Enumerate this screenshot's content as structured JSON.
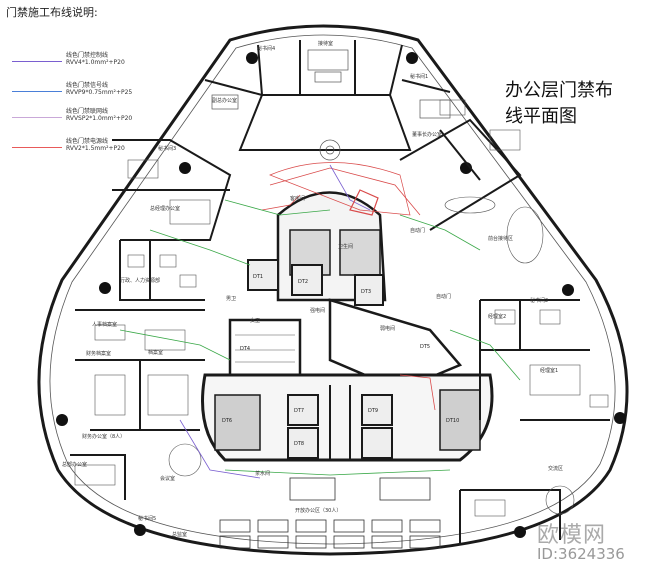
{
  "legend": {
    "title": "门禁施工布线说明:",
    "items": [
      {
        "line1": "线色门禁控制线",
        "line2": "RVV4*1.0mm²+P20",
        "color": "#7a5fd0"
      },
      {
        "line1": "线色门禁信号线",
        "line2": "RVVP9*0.75mm²+P25",
        "color": "#4a7fd8"
      },
      {
        "line1": "线色门禁联网线",
        "line2": "RVVSP2*1.0mm²+P20",
        "color": "#c9a8d8"
      },
      {
        "line1": "线色门禁电源线",
        "line2": "RVV2*1.5mm²+P20",
        "color": "#e85a5a"
      }
    ]
  },
  "heading": {
    "line1": "办公层门禁布",
    "line2": "线平面图"
  },
  "colors": {
    "wall": "#1a1a1a",
    "thin": "#555555",
    "wire_green": "#3aa848",
    "wire_red": "#d94a4a",
    "wire_purple": "#7a5fd0",
    "core_hatch": "#cccccc"
  },
  "rooms": [
    {
      "key": "room_ms4",
      "text": "秘书间4"
    },
    {
      "key": "room_jiedai",
      "text": "接待室"
    },
    {
      "key": "room_fuzong",
      "text": "副总办公室"
    },
    {
      "key": "room_dsz",
      "text": "董事长办公室"
    },
    {
      "key": "room_ms1",
      "text": "秘书间1"
    },
    {
      "key": "room_ms3",
      "text": "秘书间3"
    },
    {
      "key": "room_zongjingli",
      "text": "总经理办公室"
    },
    {
      "key": "room_kefang",
      "text": "客房间"
    },
    {
      "key": "room_weiji",
      "text": "卫生间"
    },
    {
      "key": "room_zidong1",
      "text": "自动门"
    },
    {
      "key": "room_qiantai",
      "text": "前台接待区"
    },
    {
      "key": "room_renshi",
      "text": "行政、人力资源部"
    },
    {
      "key": "room_ms2",
      "text": "秘书间2"
    },
    {
      "key": "room_rsda",
      "text": "人事档案室"
    },
    {
      "key": "room_nan",
      "text": "男卫"
    },
    {
      "key": "room_nv",
      "text": "女卫"
    },
    {
      "key": "room_qiangjing",
      "text": "强电间"
    },
    {
      "key": "room_ruodian",
      "text": "弱电间"
    },
    {
      "key": "room_zidong2",
      "text": "自动门"
    },
    {
      "key": "room_cwda",
      "text": "财务档案室"
    },
    {
      "key": "room_dangan",
      "text": "档案室"
    },
    {
      "key": "room_jingli2",
      "text": "经理室2"
    },
    {
      "key": "room_jingli1",
      "text": "经理室1"
    },
    {
      "key": "room_caiwu",
      "text": "财务办公室（8人）"
    },
    {
      "key": "room_zongbu",
      "text": "总部办公室"
    },
    {
      "key": "room_huiyi",
      "text": "会议室"
    },
    {
      "key": "room_chayi",
      "text": "茶水间"
    },
    {
      "key": "room_kaifang",
      "text": "开放办公区（30人）"
    },
    {
      "key": "room_ms5",
      "text": "秘书间5"
    },
    {
      "key": "room_zongban",
      "text": "总监室"
    },
    {
      "key": "room_jiaoliu",
      "text": "交流区"
    }
  ],
  "lifts": [
    {
      "key": "lift_1",
      "text": "DT1"
    },
    {
      "key": "lift_2",
      "text": "DT2"
    },
    {
      "key": "lift_3",
      "text": "DT3"
    },
    {
      "key": "lift_4",
      "text": "DT4"
    },
    {
      "key": "lift_5",
      "text": "DT5"
    },
    {
      "key": "lift_6",
      "text": "DT6"
    },
    {
      "key": "lift_7",
      "text": "DT7"
    },
    {
      "key": "lift_8",
      "text": "DT8"
    },
    {
      "key": "lift_9",
      "text": "DT9"
    },
    {
      "key": "lift_10",
      "text": "DT10"
    }
  ],
  "watermark": {
    "brand": "欧模网",
    "id": "ID:3624336"
  }
}
